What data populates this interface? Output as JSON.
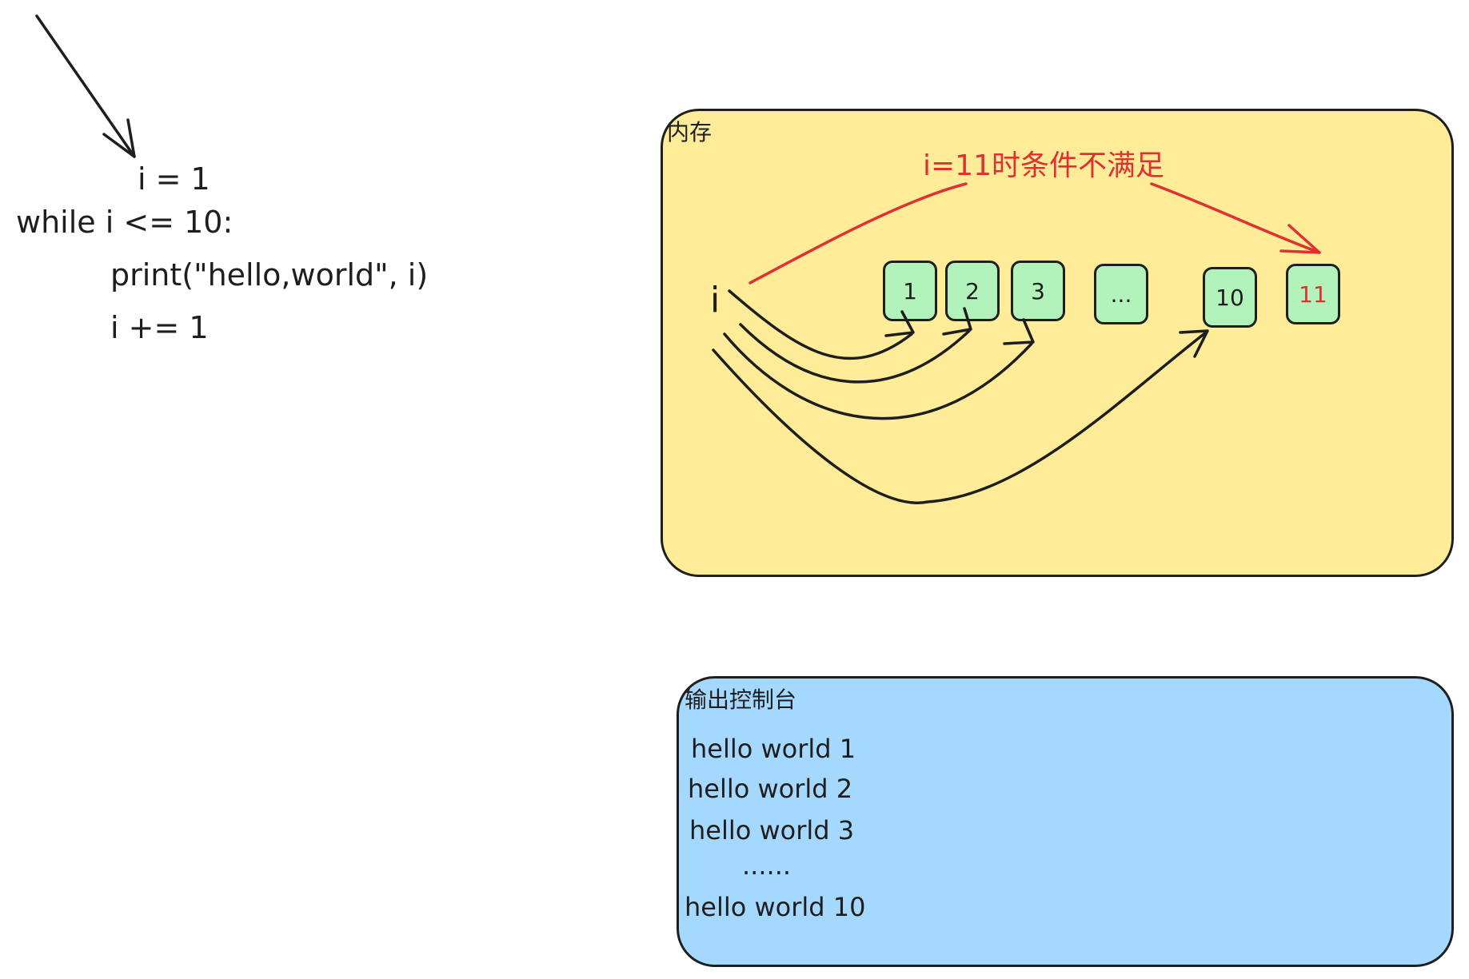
{
  "code": {
    "line1": "i = 1",
    "line2": "while i <= 10:",
    "line3": "print(\"hello,world\", i)",
    "line4": "i += 1"
  },
  "memory": {
    "title": "内存",
    "variable": "i",
    "annotation": "i=11时条件不满足",
    "cells": [
      "1",
      "2",
      "3",
      "...",
      "10",
      "11"
    ]
  },
  "console": {
    "title": "输出控制台",
    "lines": [
      "hello world 1",
      "hello world 2",
      "hello world 3",
      "......",
      "hello world 10"
    ]
  },
  "colors": {
    "memory_bg": "#ffec99",
    "console_bg": "#a5d8ff",
    "cell_bg": "#b2f2bb",
    "highlight": "#e03131",
    "stroke": "#1e1e1e"
  }
}
